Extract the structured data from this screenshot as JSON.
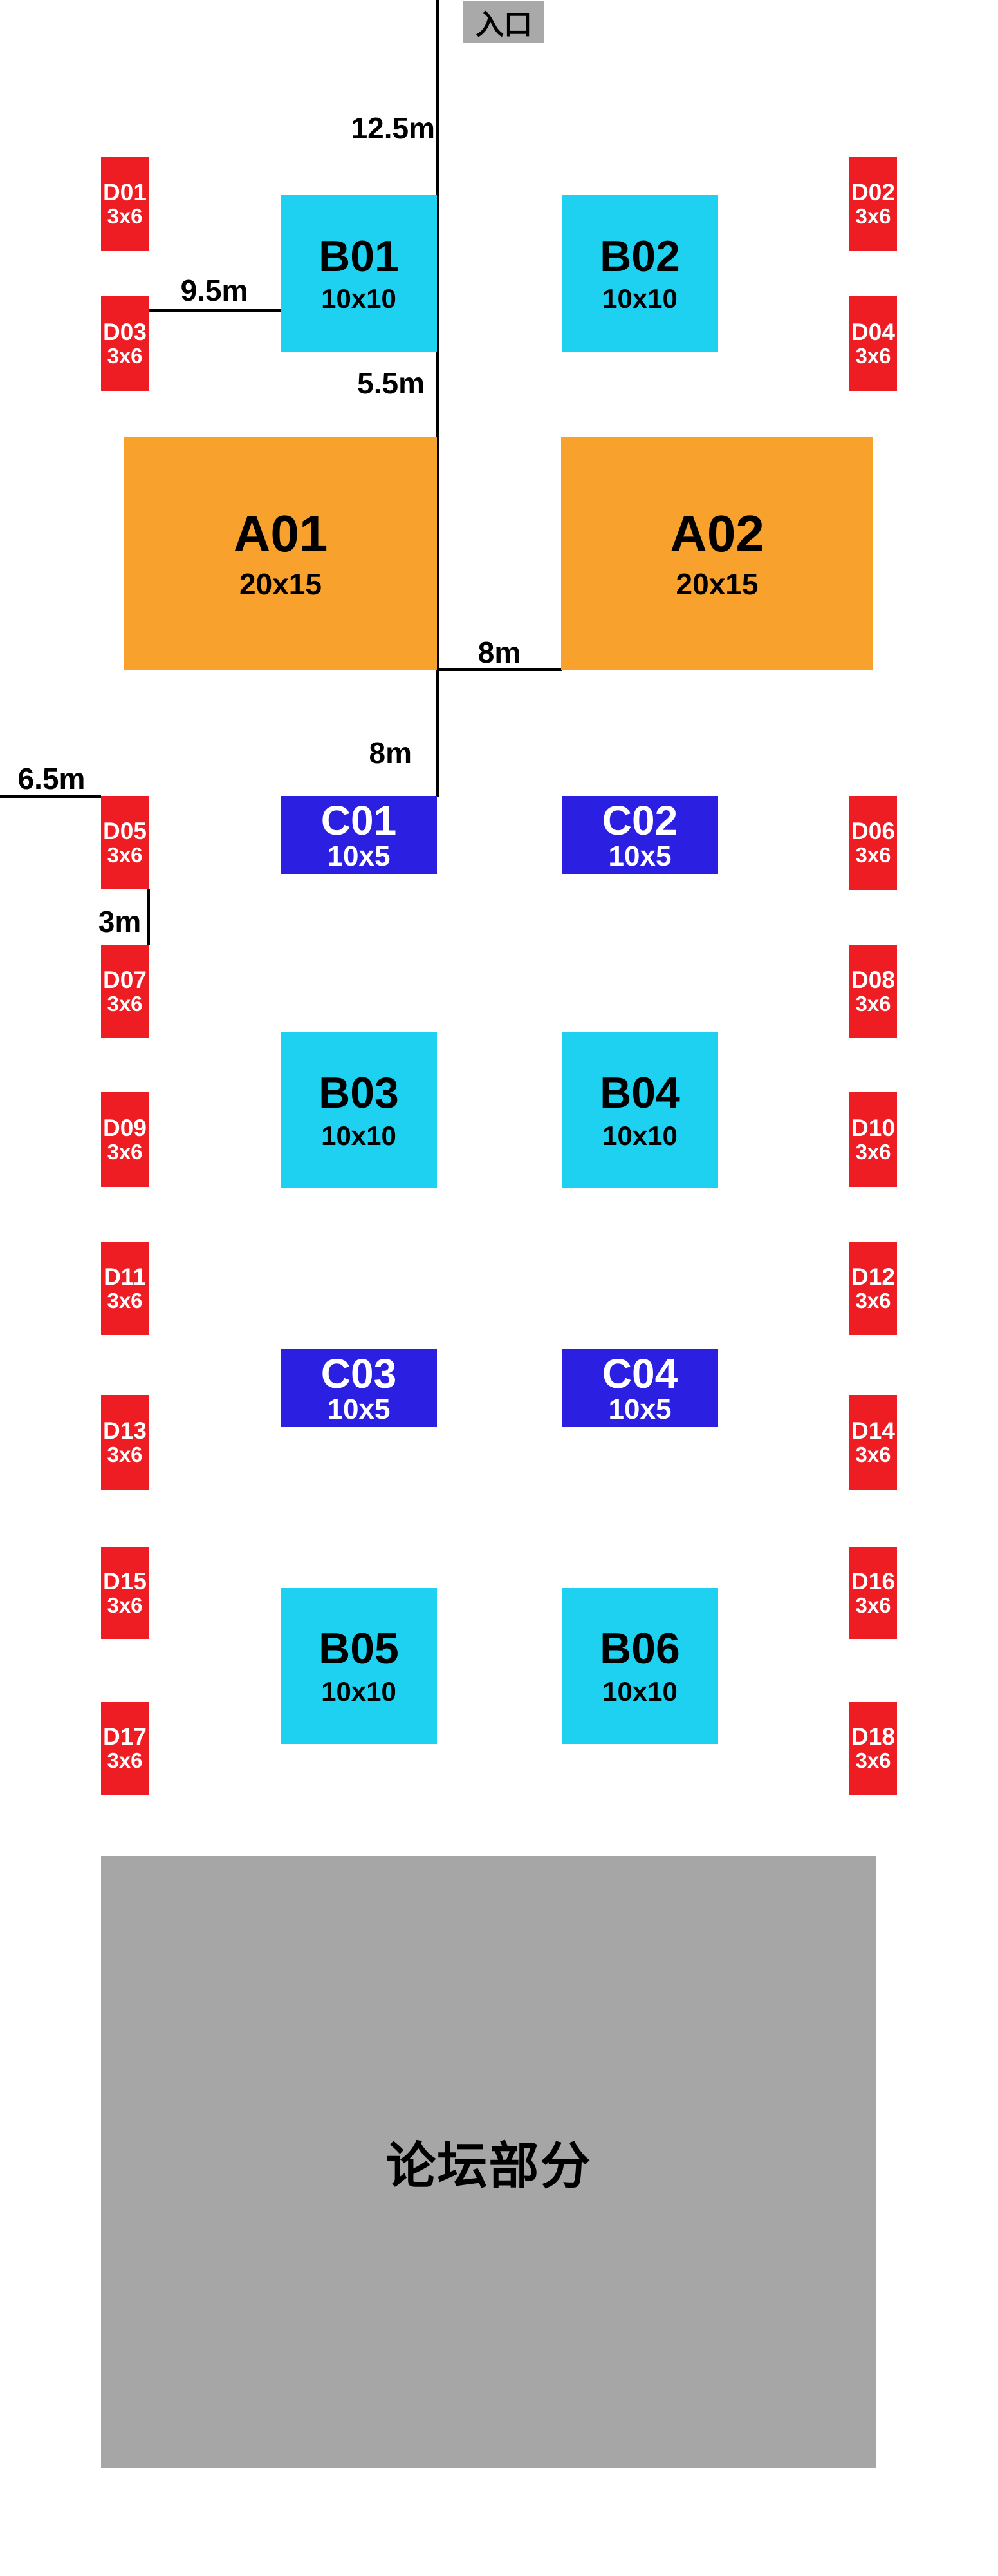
{
  "entrance": {
    "label": "入口"
  },
  "forum": {
    "label": "论坛部分"
  },
  "dims": {
    "entry_depth": "12.5m",
    "d_to_b_gap": "9.5m",
    "b_to_a_gap": "5.5m",
    "a_row_gap": "8m",
    "a_to_c_gap": "8m",
    "left_margin": "6.5m",
    "d_row_gap": "3m"
  },
  "booths": {
    "A01": {
      "id": "A01",
      "size": "20x15"
    },
    "A02": {
      "id": "A02",
      "size": "20x15"
    },
    "B01": {
      "id": "B01",
      "size": "10x10"
    },
    "B02": {
      "id": "B02",
      "size": "10x10"
    },
    "B03": {
      "id": "B03",
      "size": "10x10"
    },
    "B04": {
      "id": "B04",
      "size": "10x10"
    },
    "B05": {
      "id": "B05",
      "size": "10x10"
    },
    "B06": {
      "id": "B06",
      "size": "10x10"
    },
    "C01": {
      "id": "C01",
      "size": "10x5"
    },
    "C02": {
      "id": "C02",
      "size": "10x5"
    },
    "C03": {
      "id": "C03",
      "size": "10x5"
    },
    "C04": {
      "id": "C04",
      "size": "10x5"
    },
    "D01": {
      "id": "D01",
      "size": "3x6"
    },
    "D02": {
      "id": "D02",
      "size": "3x6"
    },
    "D03": {
      "id": "D03",
      "size": "3x6"
    },
    "D04": {
      "id": "D04",
      "size": "3x6"
    },
    "D05": {
      "id": "D05",
      "size": "3x6"
    },
    "D06": {
      "id": "D06",
      "size": "3x6"
    },
    "D07": {
      "id": "D07",
      "size": "3x6"
    },
    "D08": {
      "id": "D08",
      "size": "3x6"
    },
    "D09": {
      "id": "D09",
      "size": "3x6"
    },
    "D10": {
      "id": "D10",
      "size": "3x6"
    },
    "D11": {
      "id": "D11",
      "size": "3x6"
    },
    "D12": {
      "id": "D12",
      "size": "3x6"
    },
    "D13": {
      "id": "D13",
      "size": "3x6"
    },
    "D14": {
      "id": "D14",
      "size": "3x6"
    },
    "D15": {
      "id": "D15",
      "size": "3x6"
    },
    "D16": {
      "id": "D16",
      "size": "3x6"
    },
    "D17": {
      "id": "D17",
      "size": "3x6"
    },
    "D18": {
      "id": "D18",
      "size": "3x6"
    }
  },
  "colors": {
    "a_booth": "#F9A12D",
    "b_booth": "#1FD1F0",
    "c_booth": "#2B1FE2",
    "d_booth": "#EE1C23",
    "forum": "#A6A6A6",
    "entrance_bg": "#A9A9A9",
    "line": "#000000"
  }
}
